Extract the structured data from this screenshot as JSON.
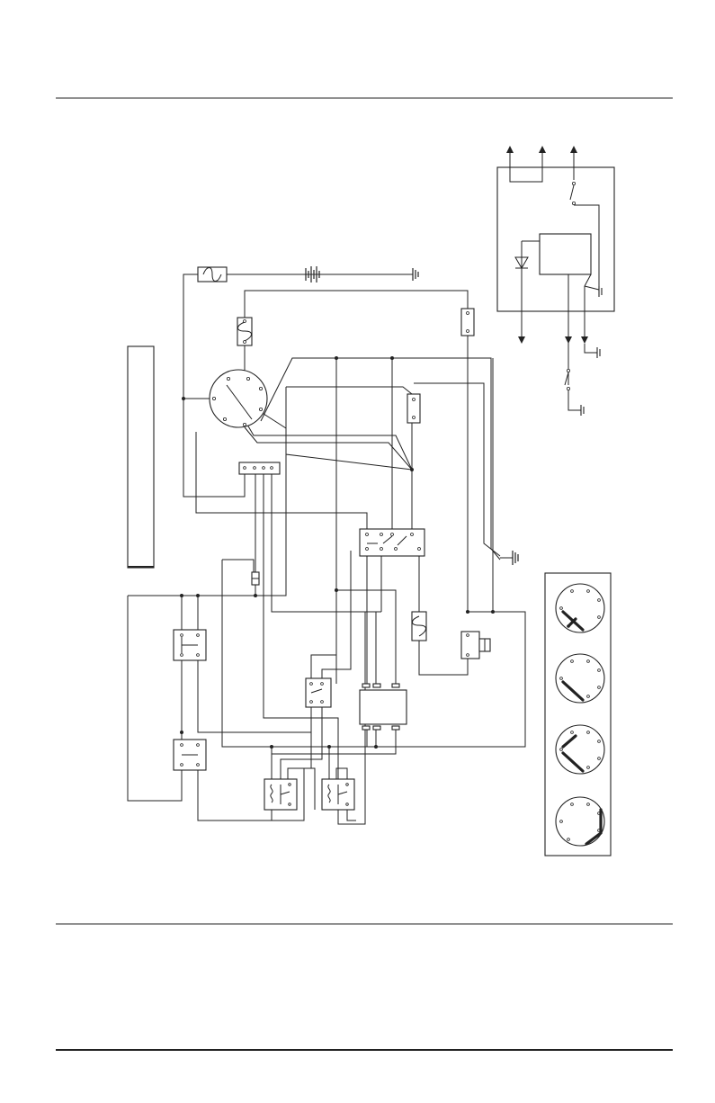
{
  "document": {
    "header_text": "",
    "footer_text": ""
  },
  "diagram": {
    "type": "electrical-wiring-schematic",
    "labels": [],
    "ignition_switch_position_views": [
      {
        "position": 1
      },
      {
        "position": 2
      },
      {
        "position": 3
      },
      {
        "position": 4
      }
    ]
  }
}
